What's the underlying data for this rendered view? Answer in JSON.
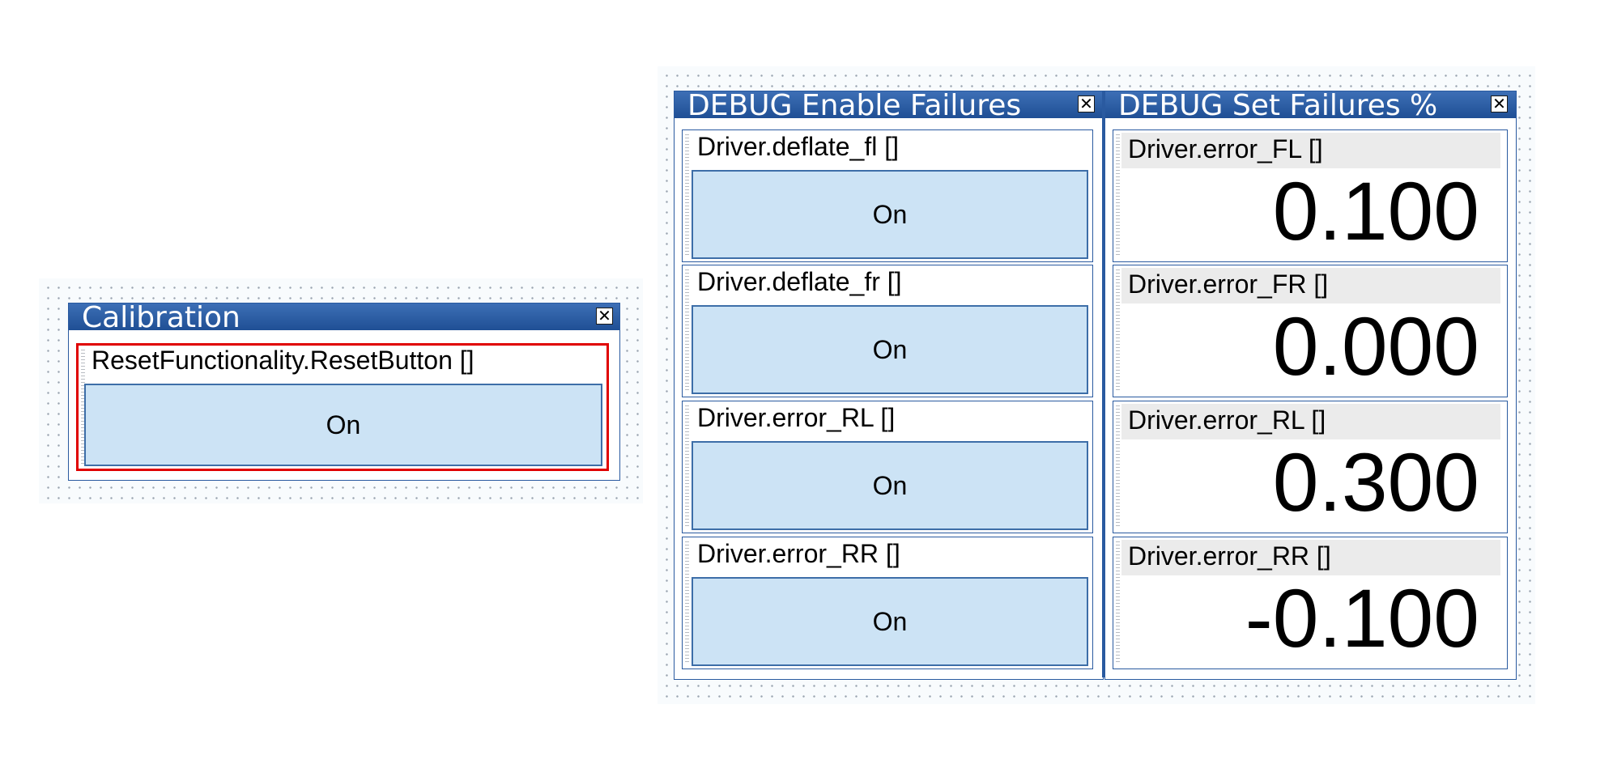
{
  "calibration": {
    "title": "Calibration",
    "close_glyph": "✕",
    "widget": {
      "label": "ResetFunctionality.ResetButton []",
      "button_label": "On"
    }
  },
  "enable_failures": {
    "title": "DEBUG Enable Failures",
    "close_glyph": "✕",
    "widgets": [
      {
        "label": "Driver.deflate_fl []",
        "button_label": "On"
      },
      {
        "label": "Driver.deflate_fr []",
        "button_label": "On"
      },
      {
        "label": "Driver.error_RL []",
        "button_label": "On"
      },
      {
        "label": "Driver.error_RR []",
        "button_label": "On"
      }
    ]
  },
  "set_failures": {
    "title": "DEBUG Set Failures %",
    "close_glyph": "✕",
    "widgets": [
      {
        "label": "Driver.error_FL []",
        "value": "0.100"
      },
      {
        "label": "Driver.error_FR []",
        "value": "0.000"
      },
      {
        "label": "Driver.error_RL []",
        "value": "0.300"
      },
      {
        "label": "Driver.error_RR []",
        "value": "-0.100"
      }
    ]
  },
  "colors": {
    "titlebar": "#1f4f95",
    "button_fill": "#cce3f5",
    "selection_outline": "#e00000"
  }
}
